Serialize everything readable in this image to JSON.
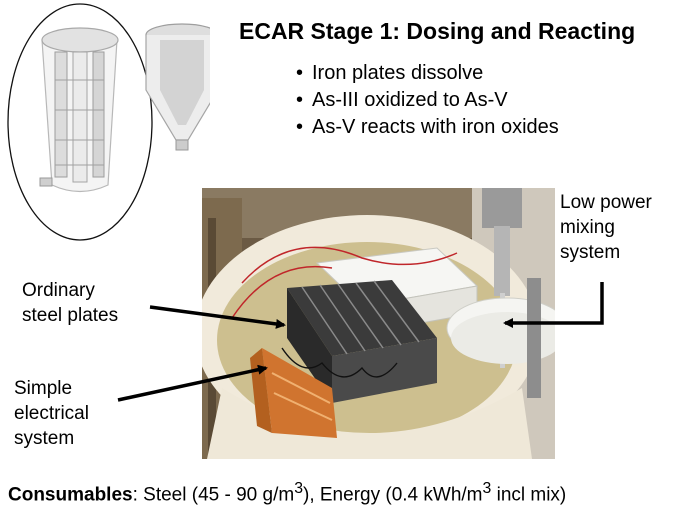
{
  "title": "ECAR Stage 1: Dosing and Reacting",
  "bullets": [
    "Iron plates dissolve",
    "As-III oxidized to As-V",
    "As-V reacts with iron oxides"
  ],
  "labels": {
    "mixing_line1": "Low power",
    "mixing_line2": "mixing",
    "mixing_line3": "system",
    "plates_line1": "Ordinary",
    "plates_line2": "steel plates",
    "electrical_line1": "Simple",
    "electrical_line2": "electrical",
    "electrical_line3": "system"
  },
  "footer": {
    "bold": "Consumables",
    "colon": ": ",
    "steel_a": "Steel (45 - 90 g/m",
    "steel_sup": "3",
    "steel_b": "), Energy (0.4 kWh/m",
    "energy_sup": "3",
    "energy_b": " incl mix)"
  },
  "colors": {
    "text": "#000000",
    "photo_tub": "#f1eadb",
    "photo_water": "#cdbf8f",
    "plate_dark": "#3b3b3b",
    "electrode_orange": "#d0742f",
    "wire_red": "#c0262a"
  }
}
